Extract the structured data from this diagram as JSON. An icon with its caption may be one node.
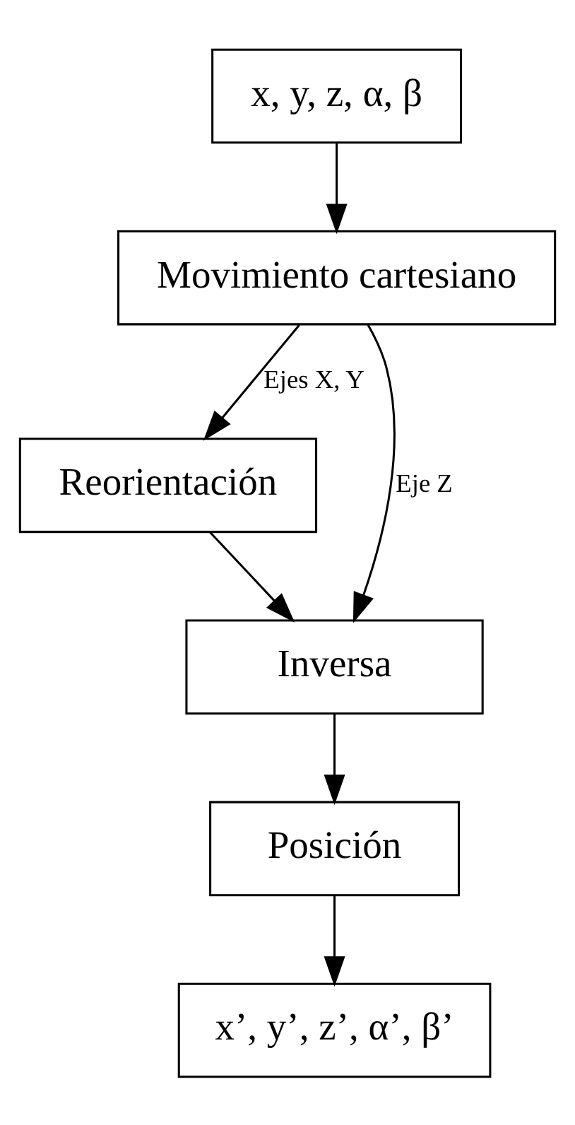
{
  "diagram": {
    "nodes": [
      {
        "text": [
          "x, y, z, α, β"
        ]
      },
      {
        "text": [
          "Movimiento cartesiano"
        ]
      },
      {
        "text": [
          "Reorientación"
        ]
      },
      {
        "text": [
          "Inversa"
        ]
      },
      {
        "text": [
          "Posición"
        ]
      },
      {
        "text": [
          "x’, y’, z’, α’, β’"
        ]
      }
    ],
    "edges": [
      {
        "from": 0,
        "to": 1,
        "arrow": "to"
      },
      {
        "from": 1,
        "to": 2,
        "arrow": "to",
        "label": "Ejes X, Y"
      },
      {
        "from": 1,
        "to": 3,
        "arrow": "to",
        "label": "Eje Z"
      },
      {
        "from": 2,
        "to": 3,
        "arrow": "to"
      },
      {
        "from": 3,
        "to": 4,
        "arrow": "to"
      },
      {
        "from": 4,
        "to": 5,
        "arrow": "to"
      }
    ]
  }
}
